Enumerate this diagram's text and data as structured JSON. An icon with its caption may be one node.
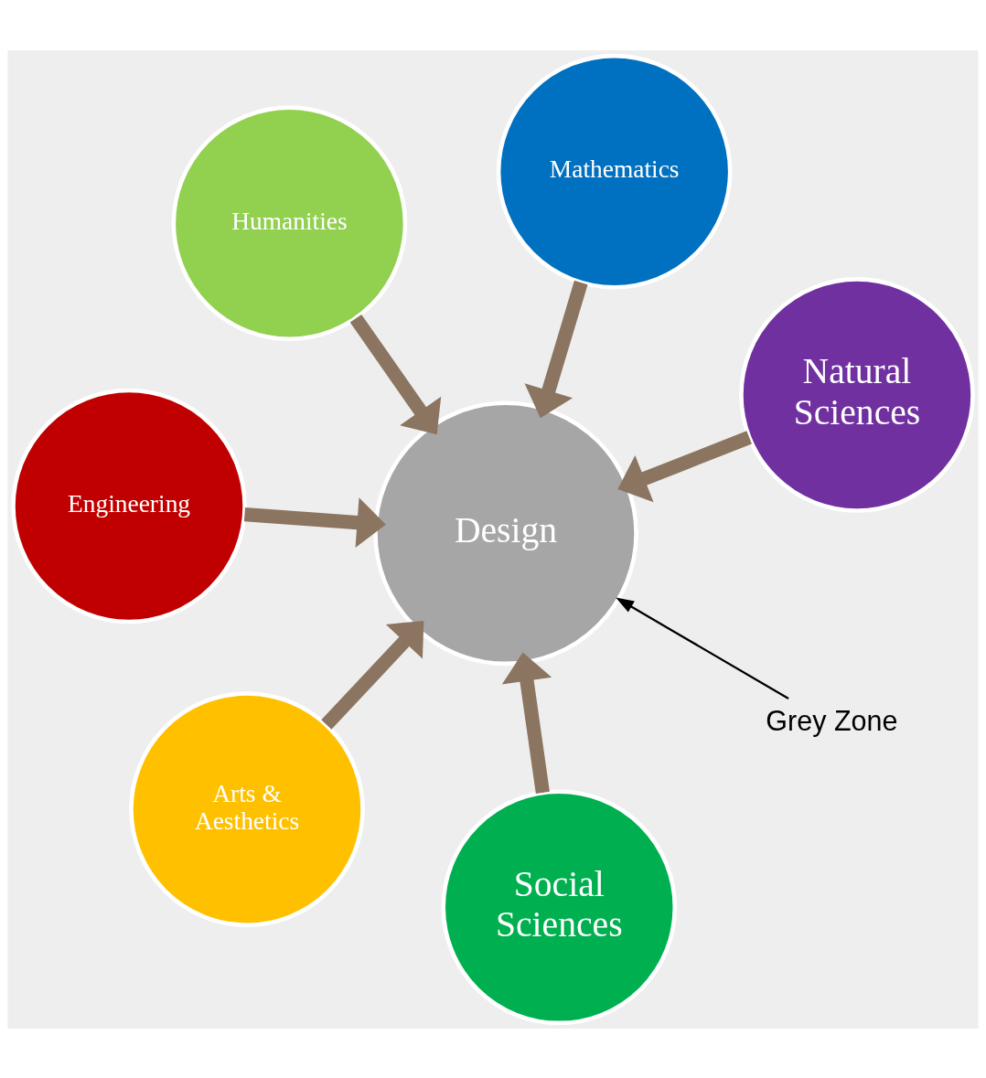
{
  "diagram": {
    "nodes": [
      {
        "text": [
          "Humanities"
        ]
      },
      {
        "text": [
          "Natural Sciences"
        ]
      },
      {
        "text": [
          "Social Sciences"
        ]
      },
      {
        "text": [
          "Design"
        ]
      },
      {
        "text": [
          "Mathematics"
        ]
      },
      {
        "text": [
          "Engineering"
        ]
      },
      {
        "text": [
          "Arts & Aesthetics"
        ]
      },
      {
        "text": [
          "Grey Zone"
        ]
      }
    ],
    "edges": [
      {
        "from": 0,
        "to": 3,
        "arrow": "to"
      },
      {
        "from": 1,
        "to": 3,
        "arrow": "to"
      },
      {
        "from": 2,
        "to": 3,
        "arrow": "to"
      },
      {
        "from": 4,
        "to": 3,
        "arrow": "to"
      },
      {
        "from": 5,
        "to": 3,
        "arrow": "to"
      },
      {
        "from": 6,
        "to": 3,
        "arrow": "to"
      },
      {
        "from": 7,
        "to": 3,
        "arrow": "to",
        "color": "#000000"
      }
    ]
  }
}
